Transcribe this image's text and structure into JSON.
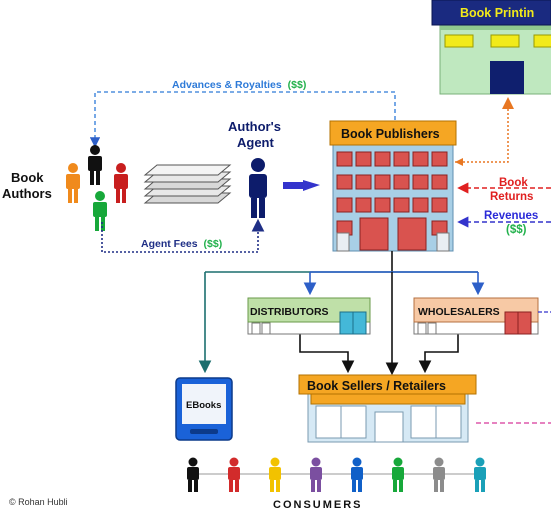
{
  "title_book_printing": "Book Printin",
  "label_advances": "Advances & Royalties",
  "label_advances_money": "($$)",
  "label_authors_line1": "Book",
  "label_authors_line2": "Authors",
  "label_agent_line1": "Author's",
  "label_agent_line2": "Agent",
  "label_agent_fees": "Agent Fees",
  "label_agent_fees_money": "($$)",
  "title_publishers": "Book Publishers",
  "label_returns_line1": "Book",
  "label_returns_line2": "Returns",
  "label_revenues": "Revenues",
  "label_revenues_money": "($$)",
  "title_distributors": "DISTRIBUTORS",
  "title_wholesalers": "WHOLESALERS",
  "title_retailers": "Book Sellers / Retailers",
  "label_ebooks": "EBooks",
  "label_consumers": "CONSUMERS",
  "credit": "© Rohan Hubli",
  "colors": {
    "orange": "#f5a623",
    "building_blue": "#a8cfe6",
    "window_red": "#d9534f",
    "green_money": "#22b14c",
    "navy": "#1f2f86",
    "red_text": "#e02020",
    "blue_text": "#2a2ad8",
    "agent_navy": "#0d1c6b"
  },
  "consumer_colors": [
    "#111111",
    "#d22b2b",
    "#f2c200",
    "#7b4fa0",
    "#1060c8",
    "#17a83a",
    "#8c8c8c",
    "#1aa0b8"
  ]
}
